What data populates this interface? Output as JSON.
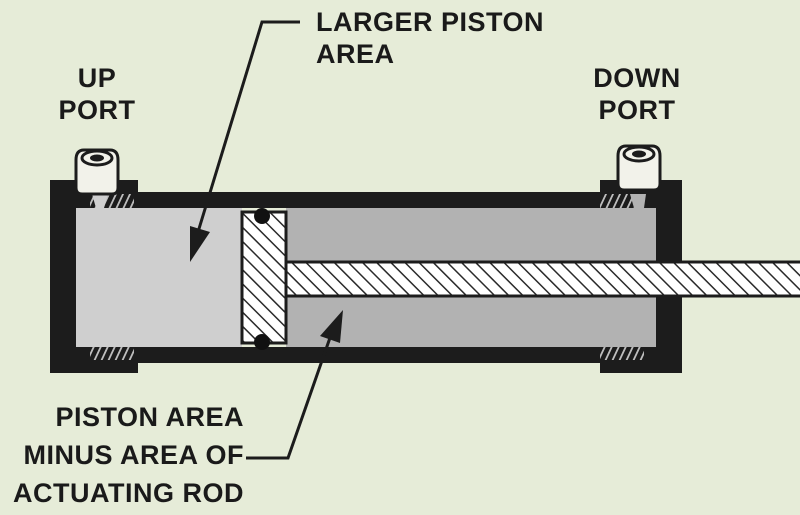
{
  "labels": {
    "up_port": [
      "UP",
      "PORT"
    ],
    "down_port": [
      "DOWN",
      "PORT"
    ],
    "larger_piston_area": [
      "LARGER PISTON",
      "AREA"
    ],
    "piston_area_minus_rod": [
      "PISTON AREA",
      "MINUS AREA OF",
      "ACTUATING ROD"
    ]
  },
  "colors": {
    "background": "#e6ecd8",
    "cylinder_wall": "#1c1c1c",
    "cap_side_fluid": "#cfcfcf",
    "rod_side_fluid": "#b2b2b2",
    "hatch_fill": "#ffffff",
    "hatch_lines": "#2a2a2a",
    "port_fitting": "#f2f2ea"
  }
}
